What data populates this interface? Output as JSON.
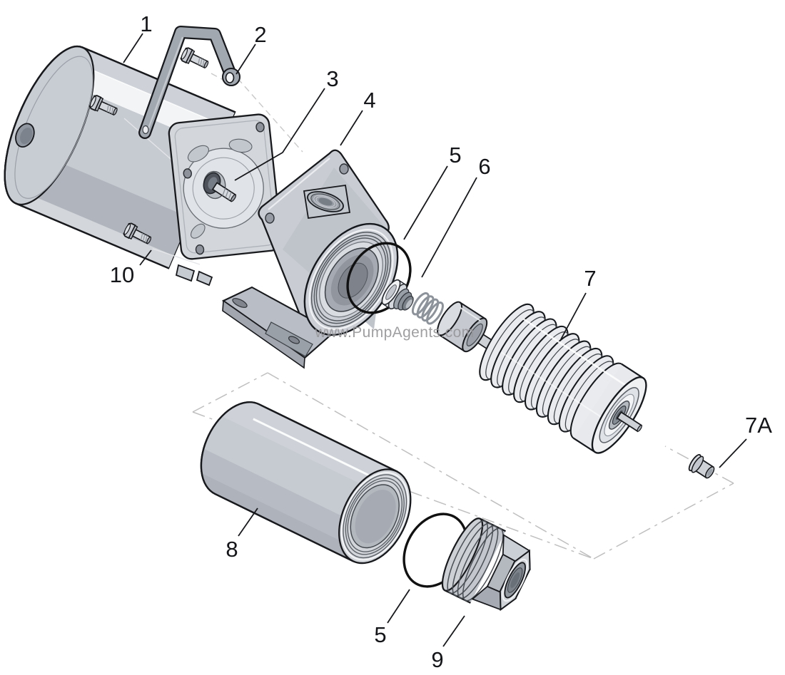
{
  "diagram_type": "exploded-parts-diagram",
  "subject": "pump motor and wet-end assembly",
  "watermark": {
    "text": "www.PumpAgents.com",
    "color": "#97979a"
  },
  "callouts": {
    "n1": "1",
    "n2": "2",
    "n3": "3",
    "n4": "4",
    "n5_upper": "5",
    "n6": "6",
    "n7": "7",
    "n7a": "7A",
    "n8": "8",
    "n5_lower": "5",
    "n9": "9",
    "n10": "10"
  },
  "palette": {
    "outline": "#17191c",
    "part_base": "#c4c8cf",
    "part_light": "#dfe2e6",
    "part_dark": "#a7acb4",
    "highlight": "#ffffff",
    "dash_line": "#bfbfbf",
    "oring": "#111111"
  }
}
